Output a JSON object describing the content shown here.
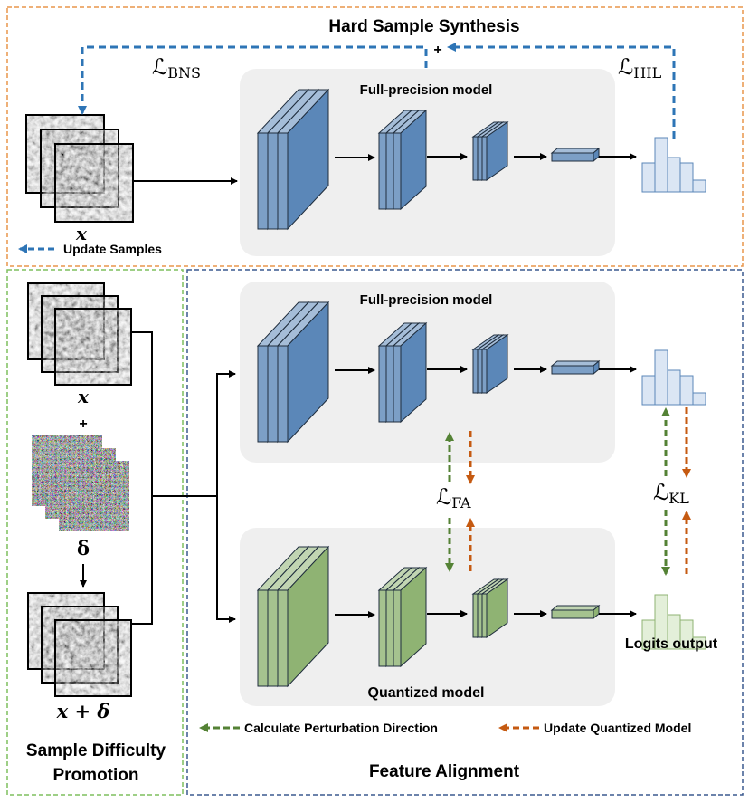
{
  "hard_sample_synthesis": {
    "title": "Hard Sample Synthesis",
    "fp_model_label": "Full-precision model",
    "loss_bns": "ℒ",
    "loss_bns_sub": "BNS",
    "loss_hil": "ℒ",
    "loss_hil_sub": "HIL",
    "plus": "+",
    "input_label": "x",
    "update_samples_label": "Update Samples"
  },
  "sample_difficulty_promotion": {
    "title_line1": "Sample Difficulty",
    "title_line2": "Promotion",
    "x_label": "x",
    "plus": "+",
    "delta_label": "δ",
    "sum_label": "x + δ"
  },
  "feature_alignment": {
    "title": "Feature Alignment",
    "fp_model_label": "Full-precision model",
    "quant_model_label": "Quantized model",
    "loss_fa": "ℒ",
    "loss_fa_sub": "FA",
    "loss_kl": "ℒ",
    "loss_kl_sub": "KL",
    "logits_label": "Logits output",
    "legend_green": "Calculate Perturbation Direction",
    "legend_orange": "Update Quantized Model"
  },
  "colors": {
    "orange_frame": "#e8954c",
    "green_frame": "#7fbf5f",
    "blue_frame": "#3b5a8f",
    "blue_arrow": "#2e75b6",
    "green_arrow": "#548235",
    "orange_arrow": "#c55a11",
    "fp_block": "#5b87b8",
    "quant_block": "#8fb373"
  }
}
